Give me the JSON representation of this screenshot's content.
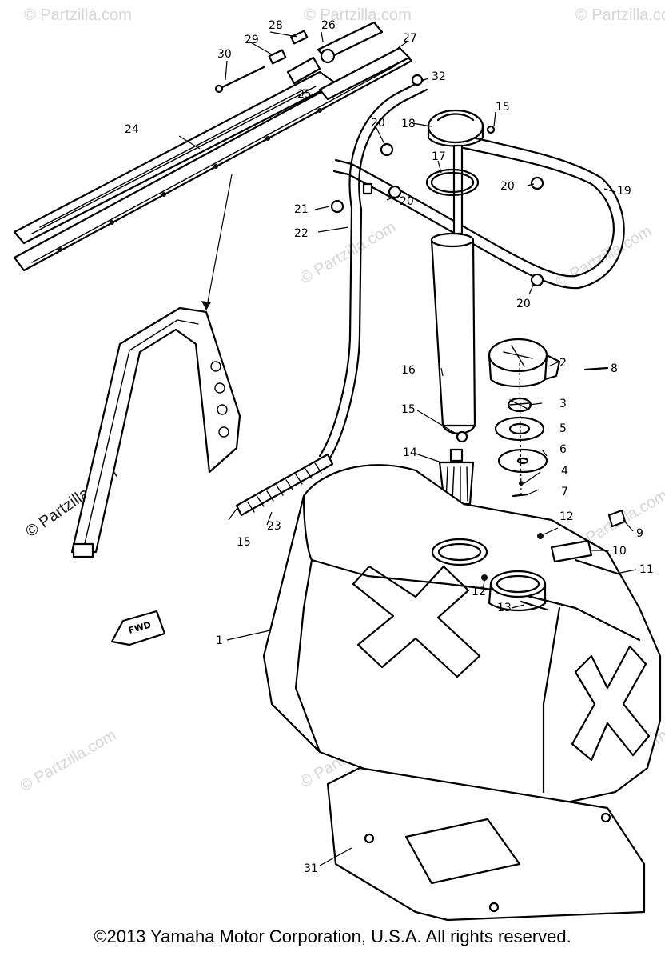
{
  "watermarks": [
    "© Partzilla.com",
    "© Partzilla.com",
    "© Partzilla.com",
    "© Partzilla.com",
    "© Partzilla.com",
    "© Partzilla.com",
    "© Partzilla.com",
    "© Partzilla.com",
    "© Partzilla.com",
    "© Partzilla.com",
    "© Partzilla.com"
  ],
  "watermark_dark": "© Partzilla.com",
  "fwd_label": "FWD",
  "part_labels": {
    "p1": "1",
    "p2": "2",
    "p3": "3",
    "p4": "4",
    "p5": "5",
    "p6": "6",
    "p7": "7",
    "p8": "8",
    "p9": "9",
    "p10": "10",
    "p11": "11",
    "p12a": "12",
    "p12b": "12",
    "p13": "13",
    "p14": "14",
    "p15a": "15",
    "p15b": "15",
    "p15c": "15",
    "p16": "16",
    "p17": "17",
    "p18": "18",
    "p19": "19",
    "p20a": "20",
    "p20b": "20",
    "p20c": "20",
    "p20d": "20",
    "p21": "21",
    "p22": "22",
    "p23": "23",
    "p24": "24",
    "p25": "25",
    "p26": "26",
    "p27": "27",
    "p28": "28",
    "p29": "29",
    "p30": "30",
    "p31": "31",
    "p32": "32"
  },
  "copyright": "©2013 Yamaha Motor Corporation, U.S.A. All rights reserved."
}
